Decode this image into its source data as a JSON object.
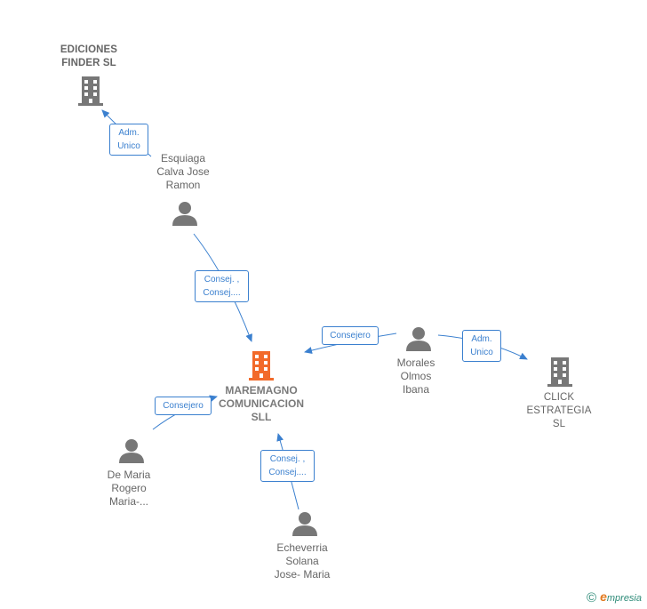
{
  "colors": {
    "edge": "#3b80cf",
    "node_gray": "#777777",
    "main_company": "#f26a2a"
  },
  "nodes": {
    "ediciones": {
      "label_lines": [
        "EDICIONES",
        "FINDER SL"
      ],
      "icon": "building-icon"
    },
    "esquiaga": {
      "label_lines": [
        "Esquiaga",
        "Calva Jose",
        "Ramon"
      ],
      "icon": "person-icon"
    },
    "maremagno": {
      "label_lines": [
        "MAREMAGNO",
        "COMUNICACION",
        "SLL"
      ],
      "icon": "building-icon"
    },
    "morales": {
      "label_lines": [
        "Morales",
        "Olmos",
        "Ibana"
      ],
      "icon": "person-icon"
    },
    "click": {
      "label_lines": [
        "CLICK",
        "ESTRATEGIA",
        "SL"
      ],
      "icon": "building-icon"
    },
    "demaria": {
      "label_lines": [
        "De Maria",
        "Rogero",
        "Maria-..."
      ],
      "icon": "person-icon"
    },
    "echeverria": {
      "label_lines": [
        "Echeverria",
        "Solana",
        "Jose- Maria"
      ],
      "icon": "person-icon"
    }
  },
  "edges": {
    "esquiaga_ediciones": [
      "Adm.",
      "Unico"
    ],
    "esquiaga_maremagno": [
      "Consej. ,",
      "Consej...."
    ],
    "morales_maremagno": [
      "Consejero"
    ],
    "morales_click": [
      "Adm.",
      "Unico"
    ],
    "demaria_maremagno": [
      "Consejero"
    ],
    "echeverria_maremagno": [
      "Consej. ,",
      "Consej...."
    ]
  },
  "footer": {
    "copyright": "©",
    "brand_initial": "e",
    "brand_rest": "mpresia"
  }
}
